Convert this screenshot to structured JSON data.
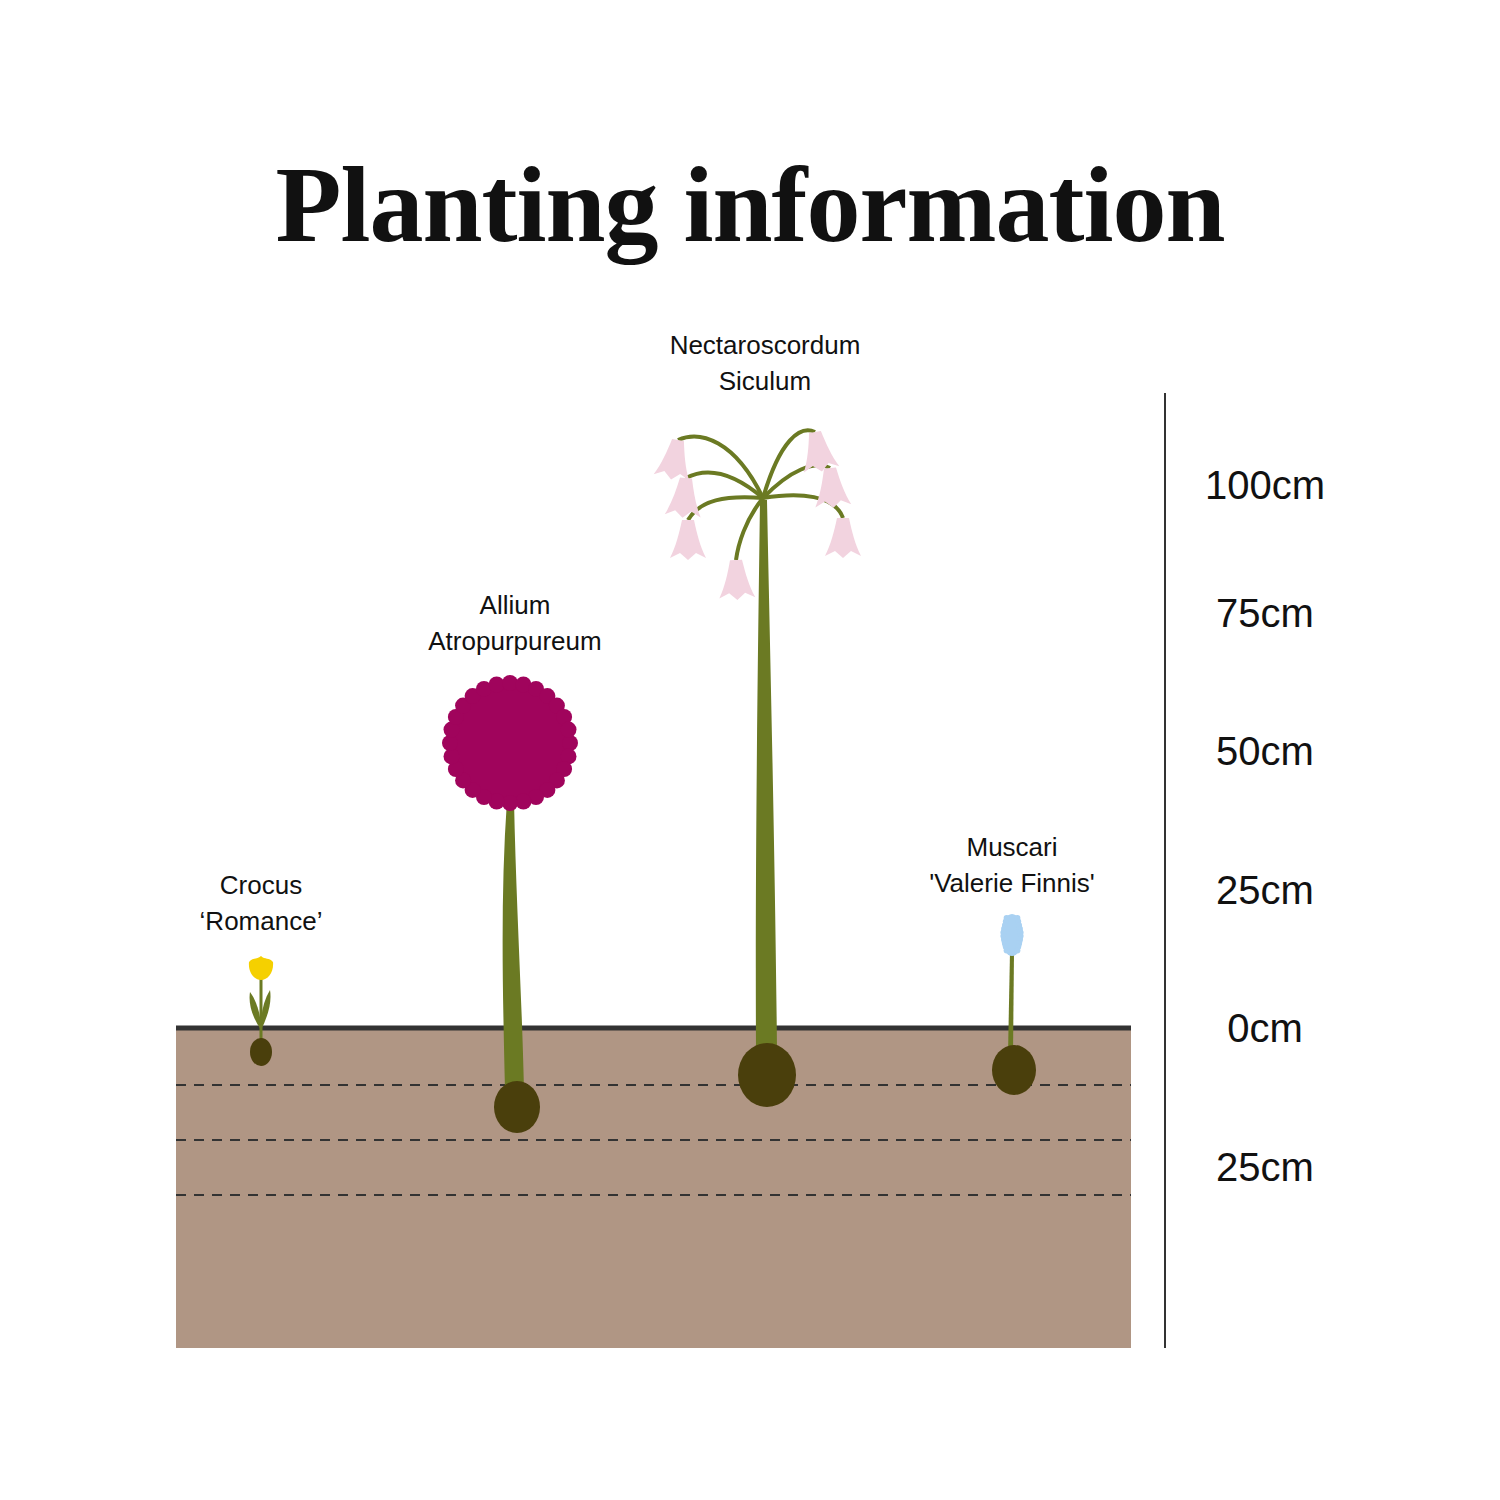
{
  "diagram": {
    "title": "Planting information",
    "labels": [
      "Nectaroscordum Siculum",
      "Allium Atropurpureum",
      "Crocus ‘Romance’",
      "Muscari 'Valerie Finnis'",
      "100cm",
      "75cm",
      "50cm",
      "25cm",
      "0cm",
      "25cm"
    ]
  }
}
